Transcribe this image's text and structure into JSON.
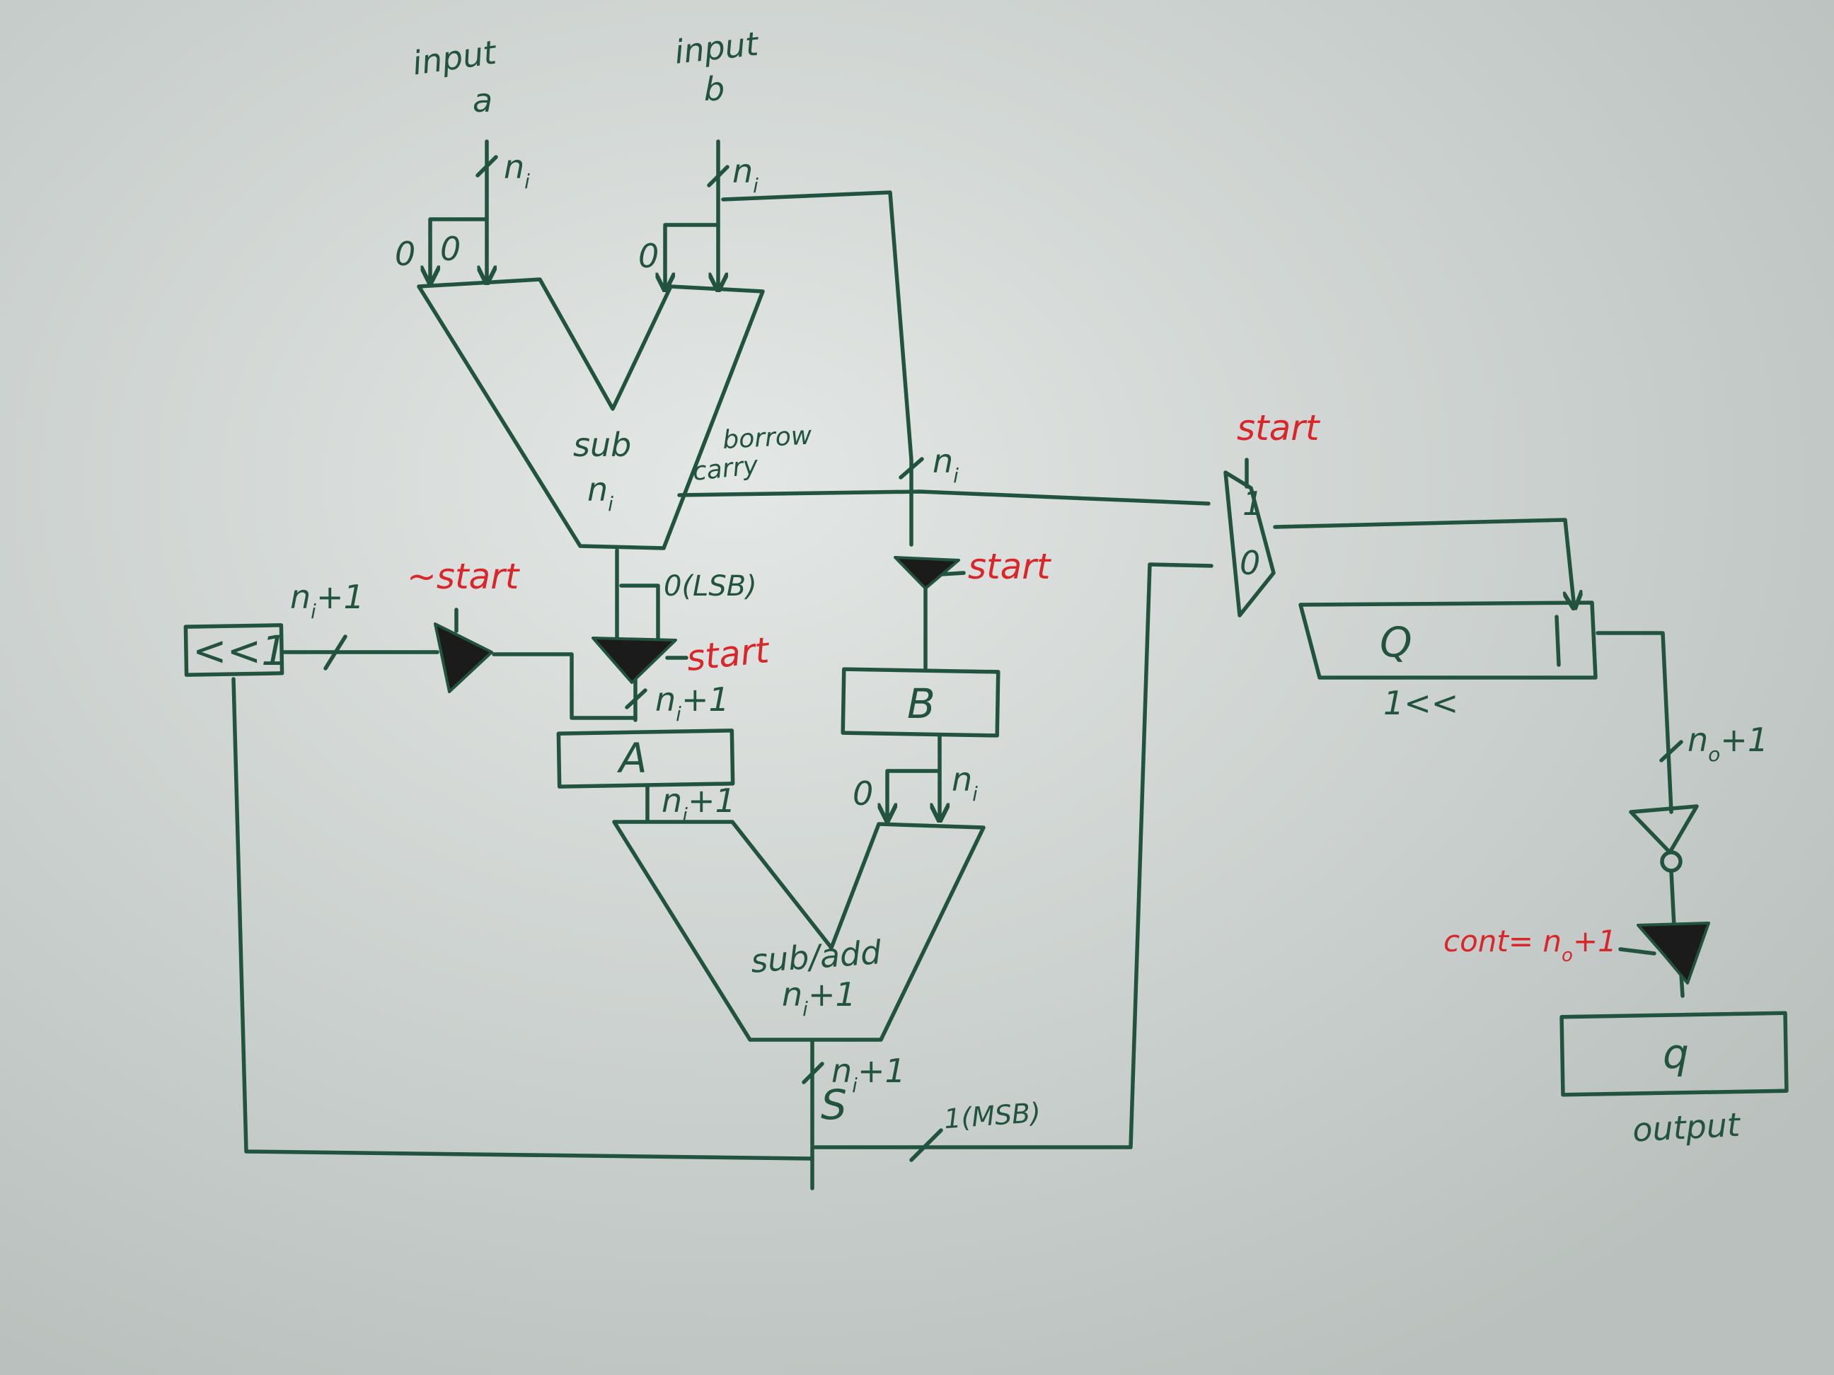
{
  "colors": {
    "paper": "#e3e7e5",
    "paper_shadow": "#b9c0bd",
    "ink": "#21533f",
    "ink_red": "#d8262b",
    "ink_dark": "#1b1b1b"
  },
  "inputs": {
    "a_label_line1": "input",
    "a_label_line2": "a",
    "b_label_line1": "input",
    "b_label_line2": "b",
    "a_width": "n",
    "a_width_sub": "i",
    "b_width": "n",
    "b_width_sub": "i"
  },
  "sub_unit": {
    "label": "sub",
    "width": "n",
    "width_sub": "i",
    "borrow_line1": "borrow",
    "borrow_line2": "carry",
    "zero_outer": "0",
    "zero_inner": "0",
    "b_zero_outer": "0"
  },
  "b_path": {
    "bus_width": "n",
    "bus_width_sub": "i",
    "tristate_label": "start",
    "register": "B"
  },
  "a_path": {
    "lsb_label": "0(LSB)",
    "tristate_label": "start",
    "bus_width": "n",
    "bus_width_sub": "i",
    "bus_width_suffix": "+1",
    "register": "A"
  },
  "shift_unit": {
    "label": "<<1",
    "bus_width": "n",
    "bus_width_sub": "i",
    "bus_width_suffix": "+1",
    "tristate_label": "~start"
  },
  "addsub_unit": {
    "label": "sub/add",
    "width": "n",
    "width_sub": "i",
    "width_suffix": "+1",
    "a_in_width": "n",
    "a_in_width_sub": "i",
    "a_in_width_suffix": "+1",
    "b_in_zero": "0",
    "b_in_width": "n",
    "b_in_width_sub": "i",
    "out_width": "n",
    "out_width_sub": "i",
    "out_width_suffix": "+1",
    "out_label": "S",
    "msb_label": "1(MSB)"
  },
  "mux": {
    "select": "start",
    "in1": "1",
    "in0": "0"
  },
  "q_register": {
    "label": "Q",
    "shift": "1<<",
    "bus_width": "n",
    "bus_width_sub": "o",
    "bus_width_suffix": "+1"
  },
  "output": {
    "tristate_label": "cont= n",
    "tristate_label_sub": "o",
    "tristate_label_suffix": "+1",
    "register": "q",
    "label": "output"
  }
}
